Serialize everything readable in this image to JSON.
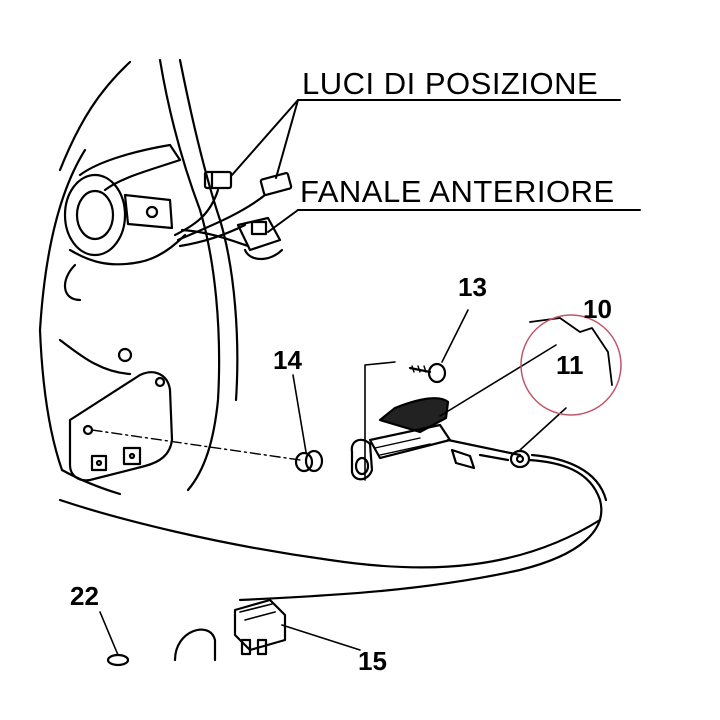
{
  "labels": {
    "luci": "LUCI DI POSIZIONE",
    "fanale": "FANALE ANTERIORE"
  },
  "callouts": {
    "c10": "10",
    "c11": "11",
    "c13": "13",
    "c14": "14",
    "c15": "15",
    "c22": "22"
  },
  "colors": {
    "ink": "#000000",
    "highlight_circle": "#c0566a"
  }
}
